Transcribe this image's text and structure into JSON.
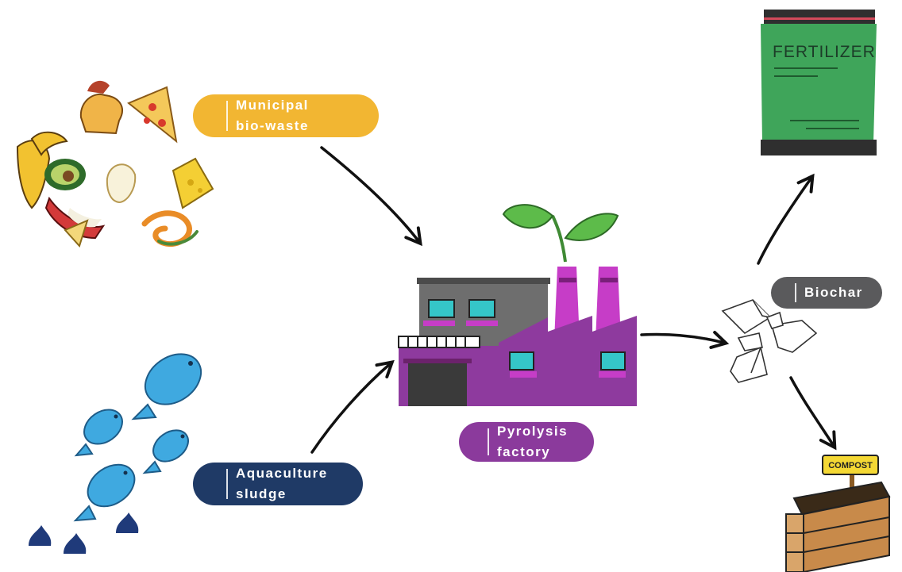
{
  "labels": {
    "municipal": "Municipal\nbio-waste",
    "aquaculture": "Aquaculture\nsludge",
    "pyrolysis": "Pyrolysis\nfactory",
    "biochar": "Biochar"
  },
  "fertilizer_bag_text": "FERTILIZER",
  "compost_sign_text": "COMPOST",
  "colors": {
    "municipal": "#F2B632",
    "aquaculture": "#1F3A66",
    "pyrolysis": "#8B3A9C",
    "biochar": "#5A5A5C",
    "fertilizer_green": "#3FA55A",
    "fish_blue": "#3FA9E0",
    "factory_purple": "#8E3A9E",
    "leaf_green": "#5DBB4A"
  }
}
